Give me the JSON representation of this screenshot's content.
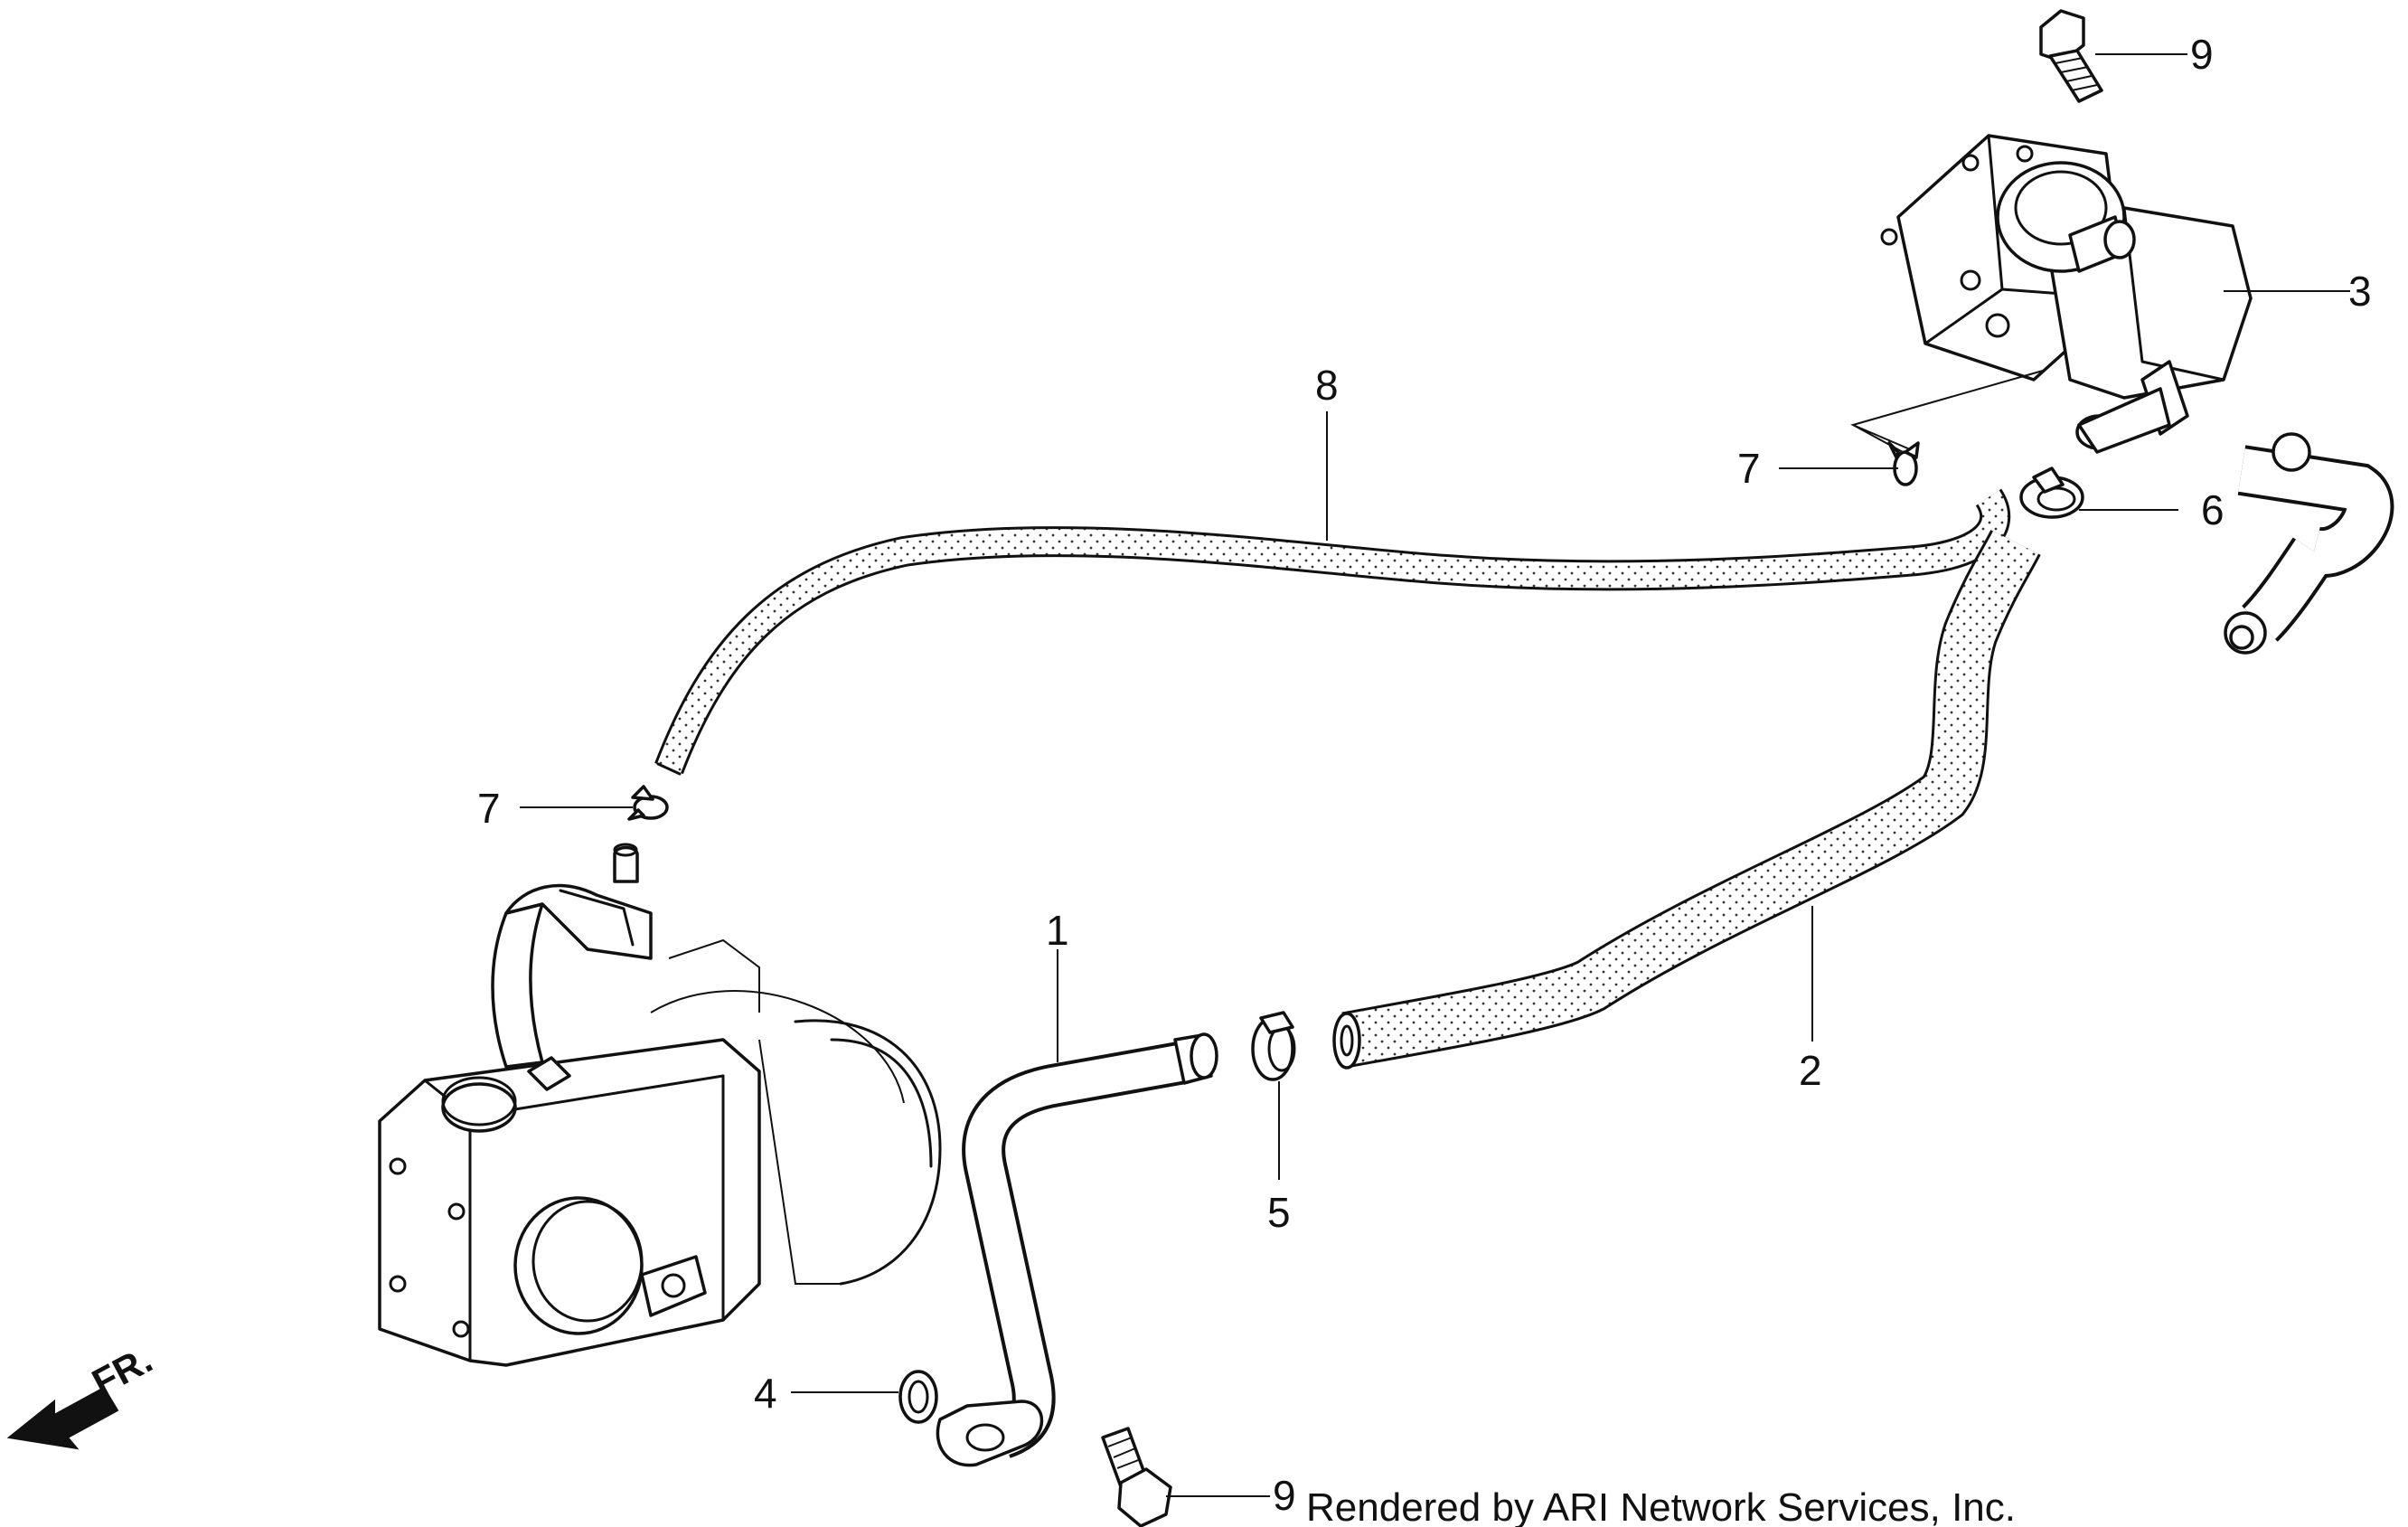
{
  "callouts": [
    {
      "id": "label-9-top",
      "text": "9"
    },
    {
      "id": "label-3",
      "text": "3"
    },
    {
      "id": "label-8",
      "text": "8"
    },
    {
      "id": "label-7-upper",
      "text": "7"
    },
    {
      "id": "label-6",
      "text": "6"
    },
    {
      "id": "label-7-lower",
      "text": "7"
    },
    {
      "id": "label-1",
      "text": "1"
    },
    {
      "id": "label-2",
      "text": "2"
    },
    {
      "id": "label-5",
      "text": "5"
    },
    {
      "id": "label-4",
      "text": "4"
    },
    {
      "id": "label-9-bottom",
      "text": "9"
    }
  ],
  "direction_indicator": {
    "text": "FR."
  },
  "credit": "Rendered by ARI Network Services, Inc."
}
